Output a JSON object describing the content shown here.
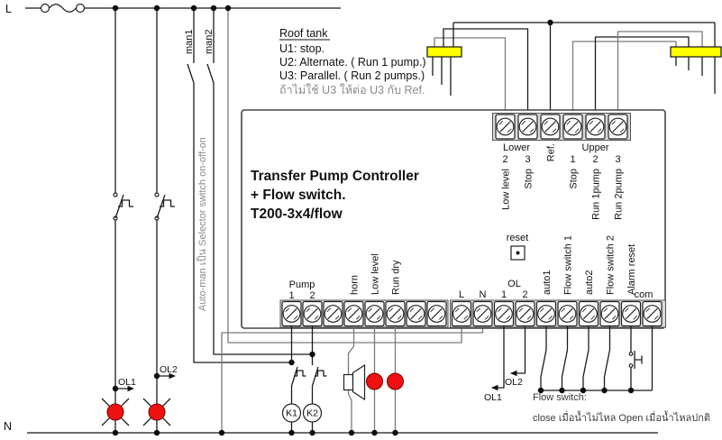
{
  "diagram": {
    "mains": {
      "l": "L",
      "n": "N"
    },
    "switches": {
      "man1": "man1",
      "man2": "man2",
      "automan_note": "Auto-man เป็น Selector switch on-off-on"
    },
    "overload": {
      "ol1": "OL1",
      "ol2": "OL2"
    },
    "contactors": {
      "k1": "K1",
      "k2": "K2"
    },
    "roof_tank": {
      "title": "Roof tank",
      "u1": "U1: stop.",
      "u2": "U2: Alternate. ( Run 1 pump.)",
      "u3": "U3: Parallel. ( Run 2 pumps.)",
      "note_thai": "ถ้าไม่ใช้ U3 ให้ต่อ U3 กับ Ref."
    },
    "controller": {
      "title1": "Transfer Pump Controller",
      "title2": "+ Flow switch.",
      "title3": "T200-3x4/flow",
      "reset": "reset",
      "top": {
        "lower": "Lower",
        "upper": "Upper",
        "ref": "Ref.",
        "n1": "2",
        "n2": "3",
        "n3": "1",
        "n4": "2",
        "n5": "3",
        "f1": "Low level",
        "f2": "Stop",
        "f3": "Stop",
        "f4": "Run 1pump",
        "f5": "Run 2pump"
      },
      "bottom": {
        "pump": "Pump",
        "p1": "1",
        "p2": "2",
        "horn": "horn",
        "low_level": "Low level",
        "run_dry": "Run dry",
        "l": "L",
        "n": "N",
        "ol": "OL",
        "ol1": "1",
        "ol2": "2",
        "auto1": "auto1",
        "flow1": "Flow switch 1",
        "auto2": "auto2",
        "flow2": "Flow switch 2",
        "alarm": "Alarm reset",
        "com": "com"
      }
    },
    "flow_note": {
      "l1": "Flow switch:",
      "l2": "close เมื่อน้ำไม่ไหล  Open เมื่อน้ำไหลปกติ"
    },
    "colors": {
      "lamp": "#ee1111",
      "sensor": "#ffff00"
    }
  }
}
